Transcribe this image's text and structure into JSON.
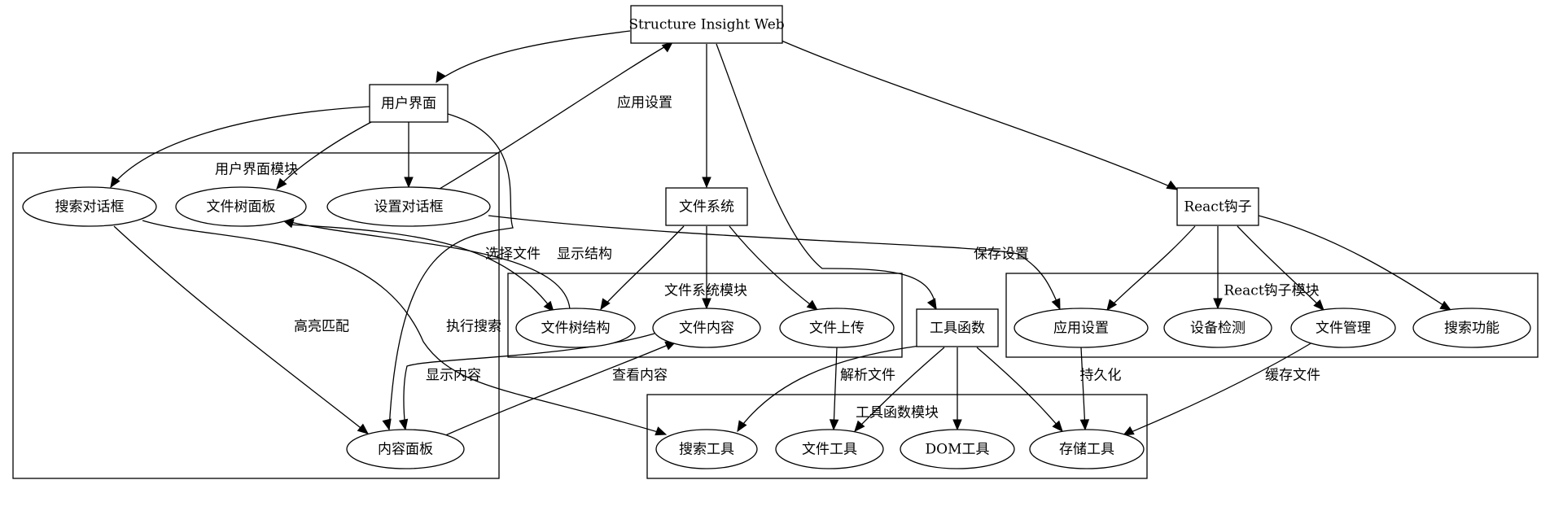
{
  "clusters": [
    {
      "id": "ui_mod",
      "label": "用户界面模块"
    },
    {
      "id": "fs_mod",
      "label": "文件系统模块"
    },
    {
      "id": "util_mod",
      "label": "工具函数模块"
    },
    {
      "id": "hooks_mod",
      "label": "React钩子模块"
    }
  ],
  "nodes": [
    {
      "id": "root",
      "label": "Structure Insight Web",
      "shape": "box"
    },
    {
      "id": "ui",
      "label": "用户界面",
      "shape": "box"
    },
    {
      "id": "fs",
      "label": "文件系统",
      "shape": "box"
    },
    {
      "id": "utils",
      "label": "工具函数",
      "shape": "box"
    },
    {
      "id": "hooks",
      "label": "React钩子",
      "shape": "box"
    },
    {
      "id": "search_dlg",
      "label": "搜索对话框",
      "shape": "ellipse"
    },
    {
      "id": "tree_panel",
      "label": "文件树面板",
      "shape": "ellipse"
    },
    {
      "id": "settings_dlg",
      "label": "设置对话框",
      "shape": "ellipse"
    },
    {
      "id": "content_panel",
      "label": "内容面板",
      "shape": "ellipse"
    },
    {
      "id": "tree_struct",
      "label": "文件树结构",
      "shape": "ellipse"
    },
    {
      "id": "file_content",
      "label": "文件内容",
      "shape": "ellipse"
    },
    {
      "id": "file_upload",
      "label": "文件上传",
      "shape": "ellipse"
    },
    {
      "id": "search_tool",
      "label": "搜索工具",
      "shape": "ellipse"
    },
    {
      "id": "file_tool",
      "label": "文件工具",
      "shape": "ellipse"
    },
    {
      "id": "dom_tool",
      "label": "DOM工具",
      "shape": "ellipse"
    },
    {
      "id": "storage_tool",
      "label": "存储工具",
      "shape": "ellipse"
    },
    {
      "id": "app_settings",
      "label": "应用设置",
      "shape": "ellipse"
    },
    {
      "id": "device_detect",
      "label": "设备检测",
      "shape": "ellipse"
    },
    {
      "id": "file_mgmt",
      "label": "文件管理",
      "shape": "ellipse"
    },
    {
      "id": "search_func",
      "label": "搜索功能",
      "shape": "ellipse"
    }
  ],
  "edges": [
    {
      "from": "root",
      "to": "ui",
      "label": ""
    },
    {
      "from": "root",
      "to": "fs",
      "label": ""
    },
    {
      "from": "root",
      "to": "utils",
      "label": ""
    },
    {
      "from": "root",
      "to": "hooks",
      "label": ""
    },
    {
      "from": "ui",
      "to": "search_dlg",
      "label": ""
    },
    {
      "from": "ui",
      "to": "tree_panel",
      "label": ""
    },
    {
      "from": "ui",
      "to": "settings_dlg",
      "label": ""
    },
    {
      "from": "ui",
      "to": "content_panel",
      "label": ""
    },
    {
      "from": "settings_dlg",
      "to": "root",
      "label": "应用设置"
    },
    {
      "from": "fs",
      "to": "tree_struct",
      "label": ""
    },
    {
      "from": "fs",
      "to": "file_content",
      "label": ""
    },
    {
      "from": "fs",
      "to": "file_upload",
      "label": ""
    },
    {
      "from": "tree_panel",
      "to": "tree_struct",
      "label": "选择文件"
    },
    {
      "from": "tree_struct",
      "to": "tree_panel",
      "label": "显示结构"
    },
    {
      "from": "search_dlg",
      "to": "content_panel",
      "label": "高亮匹配"
    },
    {
      "from": "search_dlg",
      "to": "search_tool",
      "label": "执行搜索"
    },
    {
      "from": "file_content",
      "to": "content_panel",
      "label": "显示内容"
    },
    {
      "from": "content_panel",
      "to": "file_content",
      "label": "查看内容"
    },
    {
      "from": "settings_dlg",
      "to": "app_settings",
      "label": "保存设置"
    },
    {
      "from": "file_upload",
      "to": "file_tool",
      "label": "解析文件"
    },
    {
      "from": "utils",
      "to": "search_tool",
      "label": ""
    },
    {
      "from": "utils",
      "to": "file_tool",
      "label": ""
    },
    {
      "from": "utils",
      "to": "dom_tool",
      "label": ""
    },
    {
      "from": "utils",
      "to": "storage_tool",
      "label": ""
    },
    {
      "from": "hooks",
      "to": "app_settings",
      "label": ""
    },
    {
      "from": "hooks",
      "to": "device_detect",
      "label": ""
    },
    {
      "from": "hooks",
      "to": "file_mgmt",
      "label": ""
    },
    {
      "from": "hooks",
      "to": "search_func",
      "label": ""
    },
    {
      "from": "app_settings",
      "to": "storage_tool",
      "label": "持久化"
    },
    {
      "from": "file_mgmt",
      "to": "storage_tool",
      "label": "缓存文件"
    }
  ]
}
